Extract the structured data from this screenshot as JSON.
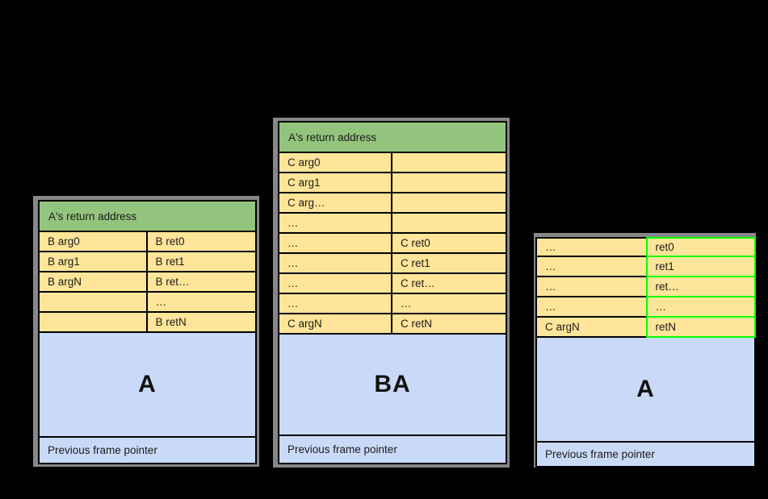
{
  "colors": {
    "bg": "#000000",
    "header-green": "#93c47d",
    "cell-yellow": "#ffe599",
    "body-blue": "#c9daf8",
    "border-black": "#000000",
    "frame-gray": "#878787",
    "highlight-green": "#00ff00",
    "text": "#1b1b1b"
  },
  "frames": [
    {
      "name": "left",
      "header": "A's return address",
      "rows": [
        [
          "B arg0",
          "B ret0"
        ],
        [
          "B arg1",
          "B ret1"
        ],
        [
          "B argN",
          "B ret…"
        ],
        [
          "",
          "…"
        ],
        [
          "",
          "B retN"
        ]
      ],
      "body_label": "A",
      "footer": "Previous frame pointer"
    },
    {
      "name": "middle",
      "header": "A's return address",
      "rows": [
        [
          "C arg0",
          ""
        ],
        [
          "C arg1",
          ""
        ],
        [
          "C arg…",
          ""
        ],
        [
          "…",
          ""
        ],
        [
          "…",
          "C ret0"
        ],
        [
          "…",
          "C ret1"
        ],
        [
          "…",
          "C ret…"
        ],
        [
          "…",
          "…"
        ],
        [
          "C argN",
          "C retN"
        ]
      ],
      "body_label": "BA",
      "footer": "Previous frame pointer"
    },
    {
      "name": "right",
      "header": null,
      "rows": [
        [
          "…",
          "ret0"
        ],
        [
          "…",
          "ret1"
        ],
        [
          "…",
          "ret…"
        ],
        [
          "…",
          "…"
        ],
        [
          "C argN",
          "retN"
        ]
      ],
      "body_label": "A",
      "footer": "Previous frame pointer"
    }
  ]
}
